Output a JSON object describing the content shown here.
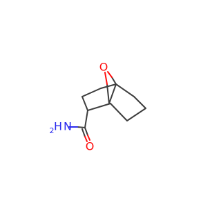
{
  "molecule": {
    "atoms": {
      "bridge_oxygen": {
        "symbol": "O",
        "color": "#ff0d0d"
      },
      "amide_oxygen": {
        "symbol": "O",
        "color": "#ff0d0d"
      },
      "amide_nitrogen": {
        "symbol": "N",
        "color": "#2a2aee"
      },
      "amide_h2": {
        "symbol": "H",
        "color": "#2a2aee"
      },
      "amide_h2_sub": {
        "symbol": "2",
        "color": "#2a2aee"
      }
    },
    "bond_color": "#3d3d3d"
  }
}
